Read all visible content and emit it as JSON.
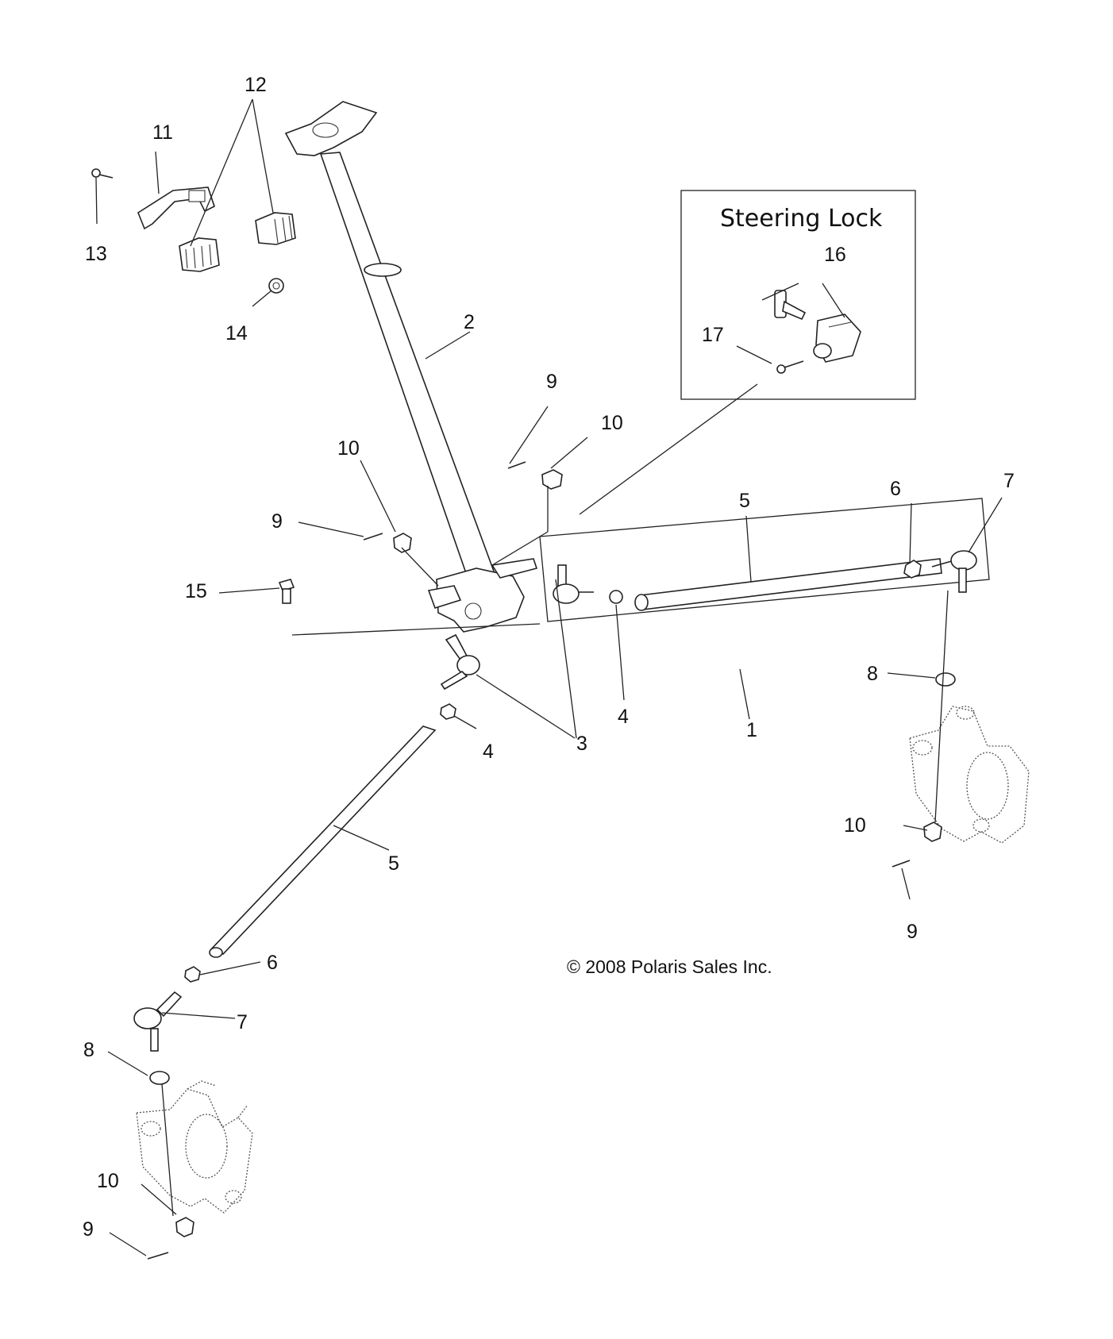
{
  "inset": {
    "title": "Steering Lock"
  },
  "copyright": "© 2008 Polaris Sales Inc.",
  "callouts": {
    "c1": "1",
    "c2": "2",
    "c3": "3",
    "c4a": "4",
    "c4b": "4",
    "c5a": "5",
    "c5b": "5",
    "c6a": "6",
    "c6b": "6",
    "c7a": "7",
    "c7b": "7",
    "c8a": "8",
    "c8b": "8",
    "c9a": "9",
    "c9b": "9",
    "c9c": "9",
    "c9d": "9",
    "c10a": "10",
    "c10b": "10",
    "c10c": "10",
    "c10d": "10",
    "c11": "11",
    "c12": "12",
    "c13": "13",
    "c14": "14",
    "c15": "15",
    "c16": "16",
    "c17": "17"
  }
}
